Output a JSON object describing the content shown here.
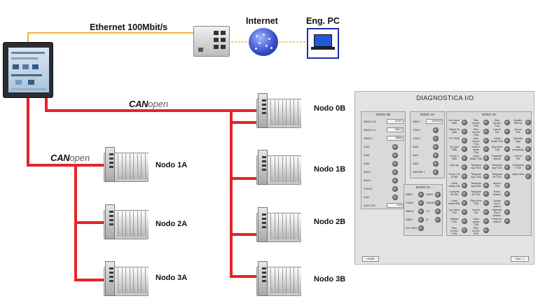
{
  "colors": {
    "ethernet_cable": "#f3b23a",
    "canopen_cable": "#e52428",
    "dashed_link": "#e8d070",
    "panel_bg": "#e3e3e3",
    "laptop_blue": "#1c2fa6"
  },
  "labels": {
    "ethernet": "Ethernet 100Mbit/s",
    "internet": "Internet",
    "eng_pc": "Eng. PC",
    "canopen_word_bold": "CAN",
    "canopen_word_light": "open",
    "nodo_0b": "Nodo  0B",
    "nodo_1b": "Nodo  1B",
    "nodo_2b": "Nodo  2B",
    "nodo_3b": "Nodo  3B",
    "nodo_1a": "Nodo 1A",
    "nodo_2a": "Nodo 2A",
    "nodo_3a": "Nodo 3A"
  },
  "icons": {
    "hmi": "hmi-panel-icon",
    "switch": "ethernet-switch-icon",
    "globe": "internet-globe-icon",
    "laptop": "laptop-icon",
    "io_node": "io-module-icon"
  },
  "diagnostica": {
    "title": "DIAGNOSTICA I/O",
    "nodo0b": {
      "title": "NODO 0B",
      "items": [
        {
          "label": "DB44.D 12",
          "value": "61057"
        },
        {
          "label": "DB44.D 11",
          "value": "89874"
        },
        {
          "label": "DB44.5",
          "value": "3688b"
        },
        {
          "label": "DA/3",
          "value": ""
        },
        {
          "label": "DA/6",
          "value": ""
        },
        {
          "label": "DA/8",
          "value": ""
        },
        {
          "label": "DA/12",
          "value": ""
        },
        {
          "label": "DA/14",
          "value": ""
        },
        {
          "label": "TOA/13",
          "value": ""
        },
        {
          "label": "DA/2",
          "value": ""
        },
        {
          "label": "DA/3 CPU",
          "value": "7518"
        }
      ]
    },
    "nodo1a": {
      "title": "NODO 1A",
      "items": [
        {
          "label": "DBM.7",
          "value": "1634440"
        },
        {
          "label": "TOA/3",
          "value": ""
        },
        {
          "label": "TOA/4",
          "value": ""
        },
        {
          "label": "DA/5",
          "value": ""
        },
        {
          "label": "DA/2",
          "value": ""
        },
        {
          "label": "DA/5",
          "value": ""
        },
        {
          "label": "VAPORE 1",
          "value": ""
        }
      ]
    },
    "nodo2a": {
      "title": "NODO 2A",
      "left": [
        "DB4/3",
        "TOA/6",
        "DB4/12",
        "DB4/2",
        "DA TOA/3"
      ],
      "right": [
        "DB4/3",
        "DB3/33",
        "C3",
        "I5"
      ]
    },
    "nodo3a": {
      "title": "NODO 3A",
      "col1": [
        "Aux forno DB5",
        "Nastri off DB5",
        "FTF DB5",
        "Qx pool DB5",
        "Forno 3 DB5",
        "Ingr tap",
        "Forno 1-3 OTB5",
        "Linea carico DB",
        "Compres 3D Set",
        "Linea finale DB5",
        "Aux forno TOA",
        "Raffred TOA",
        "Risc forno1 TOA"
      ],
      "col2": [
        "Risc forno2 TOA",
        "Risc forno3 TOA",
        "Risc forno4 TOA",
        "Linea 4 carico TOA",
        "Linea finale TOA",
        "Tampone equ TOA",
        "Tampone equ TOA",
        "Tampone equ DB5",
        "Tampone off TOA",
        "Risc forno TOA",
        "Luce in FM",
        "Linea carico TOA",
        "Risc forno1 TOA"
      ],
      "col3": [
        "Risc forno2 TOA",
        "Luce in FM",
        "Linea finale TOA",
        "Aux forno TOA",
        "Frigorifer esterni",
        "Tampone equ TOA",
        "Tampone off TOA",
        "amvoc TFA",
        "Forno esterni",
        "Uscita forno esterni",
        "Ingresso forno esterni",
        "Prep Ext esterni"
      ],
      "col4": [
        "Quadro FBLDA",
        "amvoc TFA",
        "Centrale frigo",
        "aria compressa",
        "Luce in FM",
        "Compress T Set",
        "vapor I/DA"
      ]
    },
    "buttons": {
      "home": "HOME",
      "next": "PAG. 2"
    }
  }
}
